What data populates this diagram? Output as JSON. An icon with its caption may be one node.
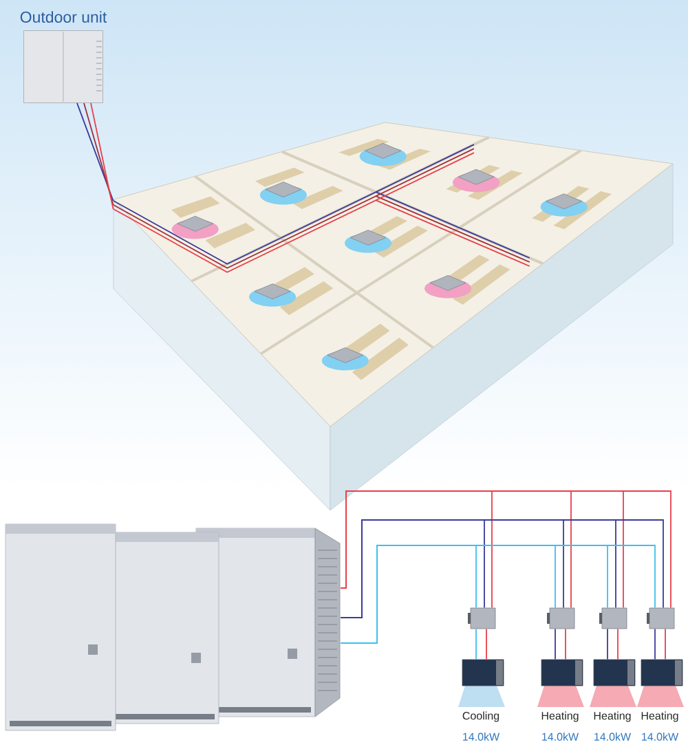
{
  "diagram": {
    "nodes": [
      {
        "text": [
          "Outdoor unit"
        ]
      },
      {
        "text": [],
        "shape": "picture"
      },
      {
        "text": [],
        "shape": "picture"
      },
      {
        "text": [],
        "shape": "box"
      },
      {
        "text": [],
        "shape": "box"
      },
      {
        "text": [],
        "shape": "box"
      },
      {
        "text": [],
        "shape": "box"
      },
      {
        "text": [],
        "shape": "box",
        "beside": [
          "Cooling",
          "14.0kW"
        ]
      },
      {
        "text": [],
        "shape": "box",
        "beside": [
          "Heating",
          "14.0kW"
        ]
      },
      {
        "text": [],
        "shape": "box",
        "beside": [
          "Heating",
          "14.0kW"
        ]
      },
      {
        "text": [],
        "shape": "box",
        "beside": [
          "Heating",
          "14.0kW"
        ]
      }
    ],
    "edges": [
      {
        "from": 0,
        "to": 1,
        "arrow": "none",
        "color": "#3a3a9c"
      },
      {
        "from": 0,
        "to": 1,
        "arrow": "none",
        "color": "#a0303a"
      },
      {
        "from": 0,
        "to": 1,
        "arrow": "none",
        "color": "#e8404a"
      },
      {
        "from": 2,
        "to": 3,
        "arrow": "none",
        "color": "#e8404a"
      },
      {
        "from": 2,
        "to": 3,
        "arrow": "none",
        "color": "#3a3a9c"
      },
      {
        "from": 2,
        "to": 3,
        "arrow": "none",
        "color": "#3cc0ee"
      },
      {
        "from": 2,
        "to": 4,
        "arrow": "none",
        "color": "#e8404a"
      },
      {
        "from": 2,
        "to": 4,
        "arrow": "none",
        "color": "#3a3a9c"
      },
      {
        "from": 2,
        "to": 4,
        "arrow": "none",
        "color": "#3cc0ee"
      },
      {
        "from": 2,
        "to": 5,
        "arrow": "none",
        "color": "#e8404a"
      },
      {
        "from": 2,
        "to": 5,
        "arrow": "none",
        "color": "#3a3a9c"
      },
      {
        "from": 2,
        "to": 5,
        "arrow": "none",
        "color": "#3cc0ee"
      },
      {
        "from": 2,
        "to": 6,
        "arrow": "none",
        "color": "#e8404a"
      },
      {
        "from": 2,
        "to": 6,
        "arrow": "none",
        "color": "#3a3a9c"
      },
      {
        "from": 2,
        "to": 6,
        "arrow": "none",
        "color": "#3cc0ee"
      },
      {
        "from": 3,
        "to": 7,
        "arrow": "none",
        "color": "#3cc0ee"
      },
      {
        "from": 3,
        "to": 7,
        "arrow": "none",
        "color": "#e8404a"
      },
      {
        "from": 4,
        "to": 8,
        "arrow": "none",
        "color": "#3a3a9c"
      },
      {
        "from": 4,
        "to": 8,
        "arrow": "none",
        "color": "#e8404a"
      },
      {
        "from": 5,
        "to": 9,
        "arrow": "none",
        "color": "#3a3a9c"
      },
      {
        "from": 5,
        "to": 9,
        "arrow": "none",
        "color": "#e8404a"
      },
      {
        "from": 6,
        "to": 10,
        "arrow": "none",
        "color": "#3a3a9c"
      },
      {
        "from": 6,
        "to": 10,
        "arrow": "none",
        "color": "#e8404a"
      }
    ]
  }
}
